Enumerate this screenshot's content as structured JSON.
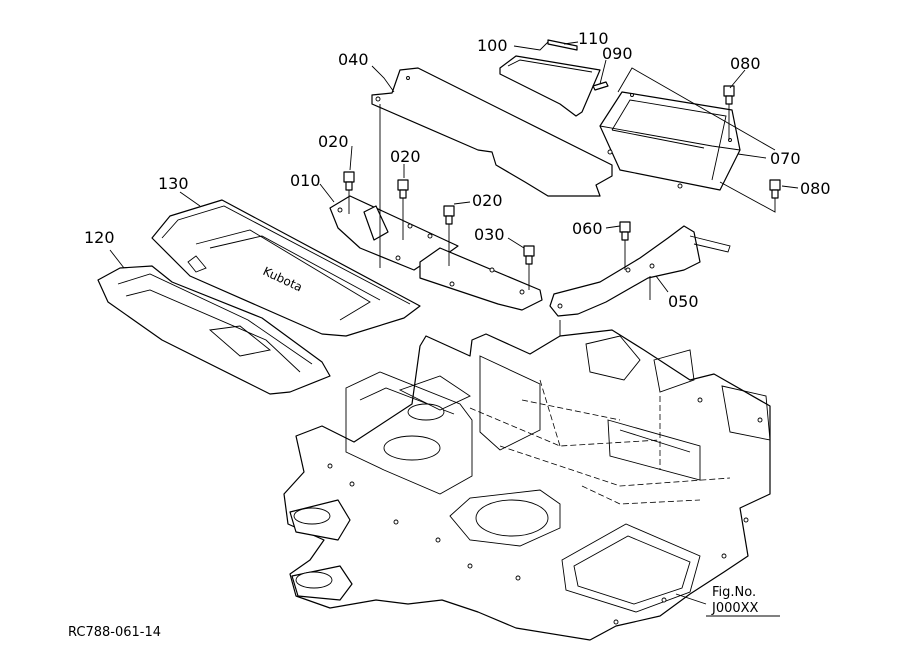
{
  "callouts": {
    "p100": "100",
    "p110": "110",
    "p090": "090",
    "p040": "040",
    "p080a": "080",
    "p020a": "020",
    "p020b": "020",
    "p070": "070",
    "p130": "130",
    "p010": "010",
    "p020c": "020",
    "p080b": "080",
    "p120": "120",
    "p030": "030",
    "p060": "060",
    "p050": "050"
  },
  "figure": {
    "fig_label": "Fig.No.",
    "fig_number": "J000XX",
    "drawing_code": "RC788-061-14"
  }
}
